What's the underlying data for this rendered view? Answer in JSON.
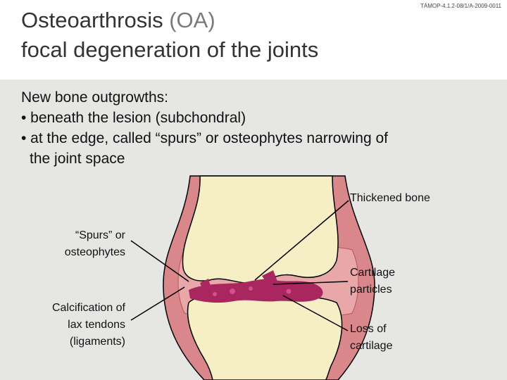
{
  "header": {
    "title_main": "Osteoarthrosis",
    "title_abbr": "(OA)",
    "title_line2": "focal degeneration of the joints",
    "reference": "TÁMOP-4.1.2-08/1/A-2009-0011"
  },
  "body": {
    "intro": "New bone outgrowths:",
    "bullet1": "• beneath the lesion (subchondral)",
    "bullet2": "• at the edge, called  “spurs” or osteophytes narrowing of",
    "bullet2_cont": "the joint space"
  },
  "diagram": {
    "labels": {
      "thickened_bone": "Thickened bone",
      "spurs_line1": "“Spurs” or",
      "spurs_line2": "osteophytes",
      "cartilage_line1": "Cartilage",
      "cartilage_line2": "particles",
      "calcification_line1": "Calcification of",
      "calcification_line2": "lax tendons",
      "calcification_line3": "(ligaments)",
      "loss_line1": "Loss of",
      "loss_line2": "cartilage"
    },
    "colors": {
      "bone": "#f6eec4",
      "capsule": "#d9878b",
      "lesion": "#a9265e",
      "outline": "#000000"
    }
  }
}
